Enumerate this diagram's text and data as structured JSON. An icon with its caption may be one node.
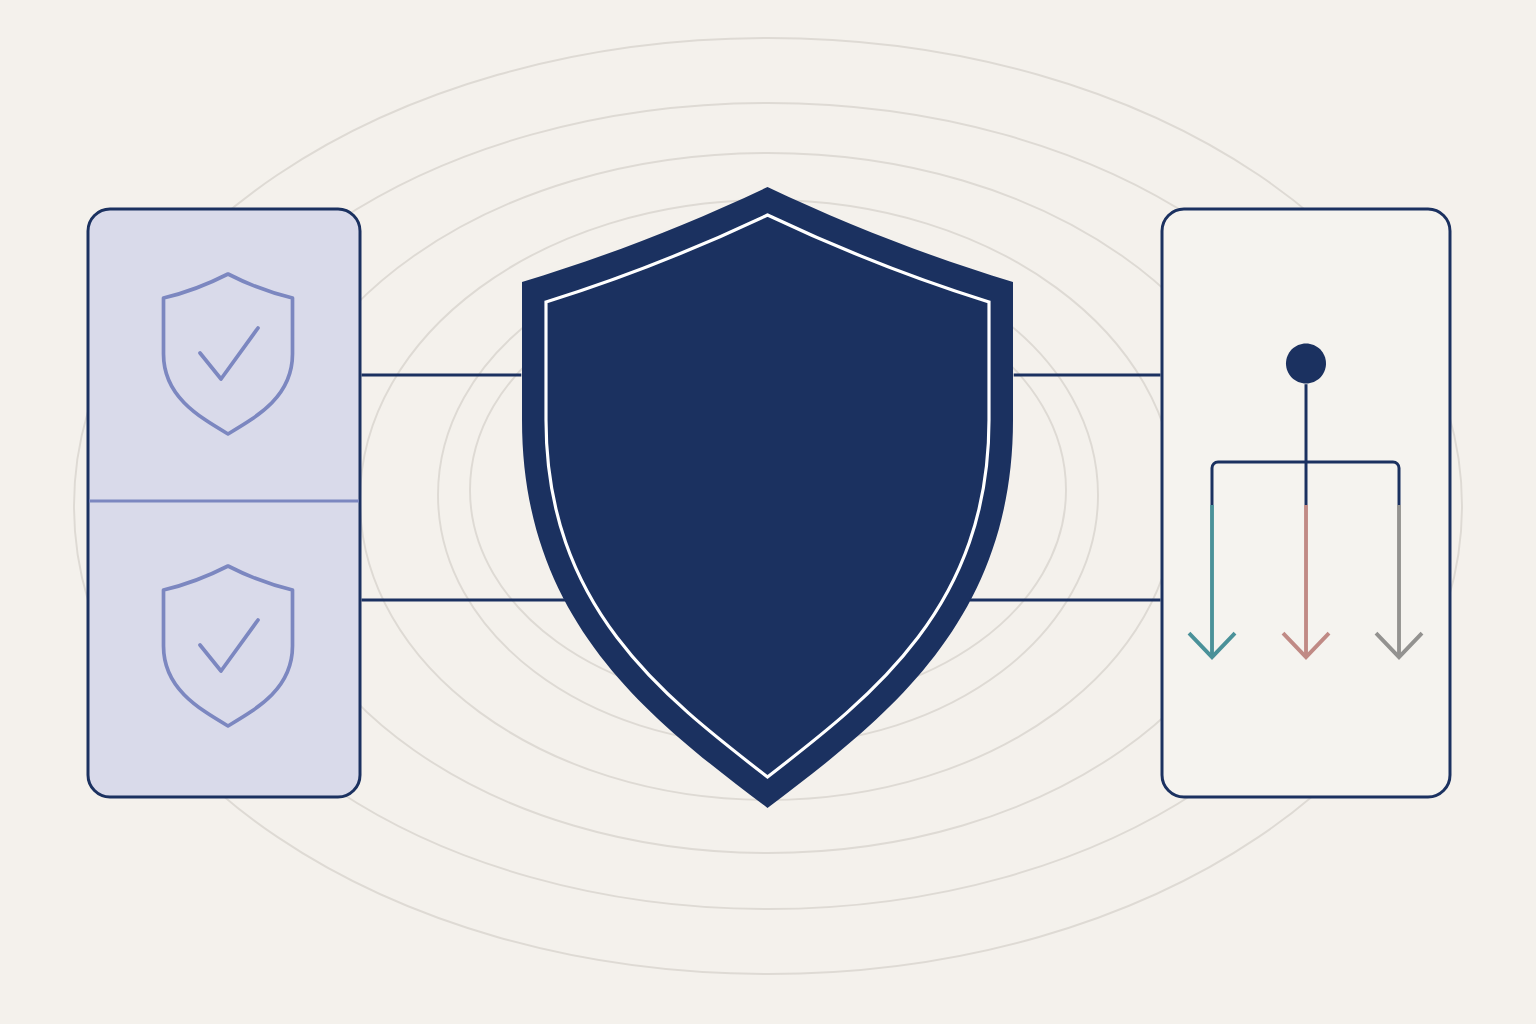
{
  "diagram": {
    "nodes": [
      {
        "text": [],
        "shape": "box"
      },
      {
        "text": [],
        "shape": "shield"
      },
      {
        "text": [],
        "shape": "box"
      },
      {
        "text": [],
        "shape": "circle",
        "in": 2
      }
    ],
    "edges": [
      {
        "from": 0,
        "to": 1,
        "arrow": "none"
      },
      {
        "from": 0,
        "to": 1,
        "arrow": "none"
      },
      {
        "from": 1,
        "to": 2,
        "arrow": "none"
      },
      {
        "from": 1,
        "to": 2,
        "arrow": "none"
      },
      {
        "from": 3,
        "to": null,
        "arrow": "to",
        "color": "#4a9199"
      },
      {
        "from": 3,
        "to": null,
        "arrow": "to",
        "color": "#c08a85"
      },
      {
        "from": 3,
        "to": null,
        "arrow": "to",
        "color": "#939290"
      }
    ]
  }
}
